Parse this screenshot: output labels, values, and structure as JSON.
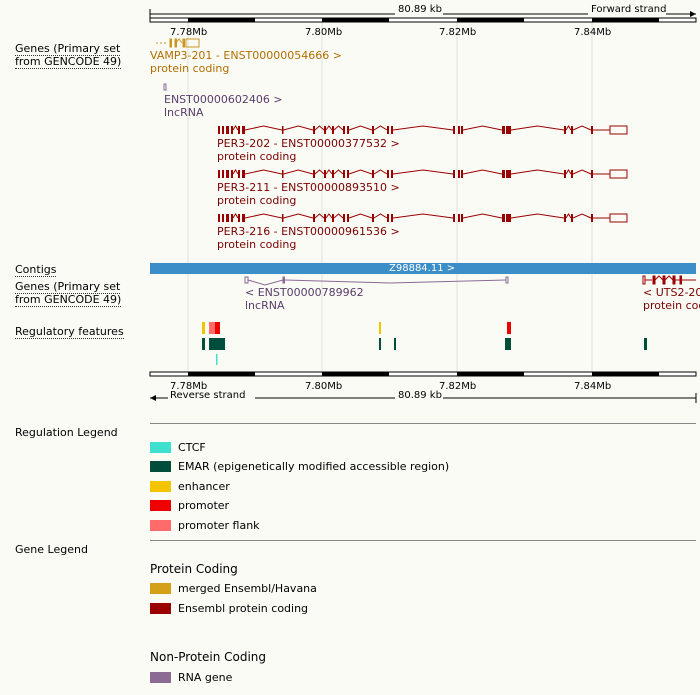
{
  "ruler_top": {
    "length_label": "80.89 kb",
    "strand_label": "Forward strand",
    "ticks": [
      "7.78Mb",
      "7.80Mb",
      "7.82Mb",
      "7.84Mb"
    ]
  },
  "ruler_bottom": {
    "length_label": "80.89 kb",
    "strand_label": "Reverse strand",
    "ticks": [
      "7.78Mb",
      "7.80Mb",
      "7.82Mb",
      "7.84Mb"
    ]
  },
  "tracks": {
    "genes_forward": "Genes (Primary set from GENCODE 49)",
    "contigs": "Contigs",
    "genes_reverse": "Genes (Primary set from GENCODE 49)",
    "regulatory": "Regulatory features"
  },
  "genes_forward": [
    {
      "name": "VAMP3-201 - ENST00000054666 >",
      "biotype": "protein coding"
    },
    {
      "name": "ENST00000602406 >",
      "biotype": "lncRNA"
    },
    {
      "name": "PER3-202 - ENST00000377532 >",
      "biotype": "protein coding"
    },
    {
      "name": "PER3-211 - ENST00000893510 >",
      "biotype": "protein coding"
    },
    {
      "name": "PER3-216 - ENST00000961536 >",
      "biotype": "protein coding"
    }
  ],
  "contig": {
    "label": "Z98884.11 >"
  },
  "genes_reverse": [
    {
      "name": "< ENST00000789962",
      "biotype": "lncRNA"
    },
    {
      "name": "< UTS2-20",
      "biotype": "protein cod"
    }
  ],
  "regulation_legend": {
    "title": "Regulation Legend",
    "items": [
      {
        "label": "CTCF",
        "color": "#40e0d0"
      },
      {
        "label": "EMAR (epigenetically modified accessible region)",
        "color": "#004d3b"
      },
      {
        "label": "enhancer",
        "color": "#f5c400"
      },
      {
        "label": "promoter",
        "color": "#ee0000"
      },
      {
        "label": "promoter flank",
        "color": "#ff6a6a"
      }
    ]
  },
  "gene_legend": {
    "title": "Gene Legend",
    "protein_coding": {
      "heading": "Protein Coding",
      "items": [
        {
          "label": "merged Ensembl/Havana",
          "color": "#d4a017"
        },
        {
          "label": "Ensembl protein coding",
          "color": "#9b0000"
        }
      ]
    },
    "non_protein_coding": {
      "heading": "Non-Protein Coding",
      "items": [
        {
          "label": "RNA gene",
          "color": "#8b6a94"
        }
      ]
    }
  }
}
